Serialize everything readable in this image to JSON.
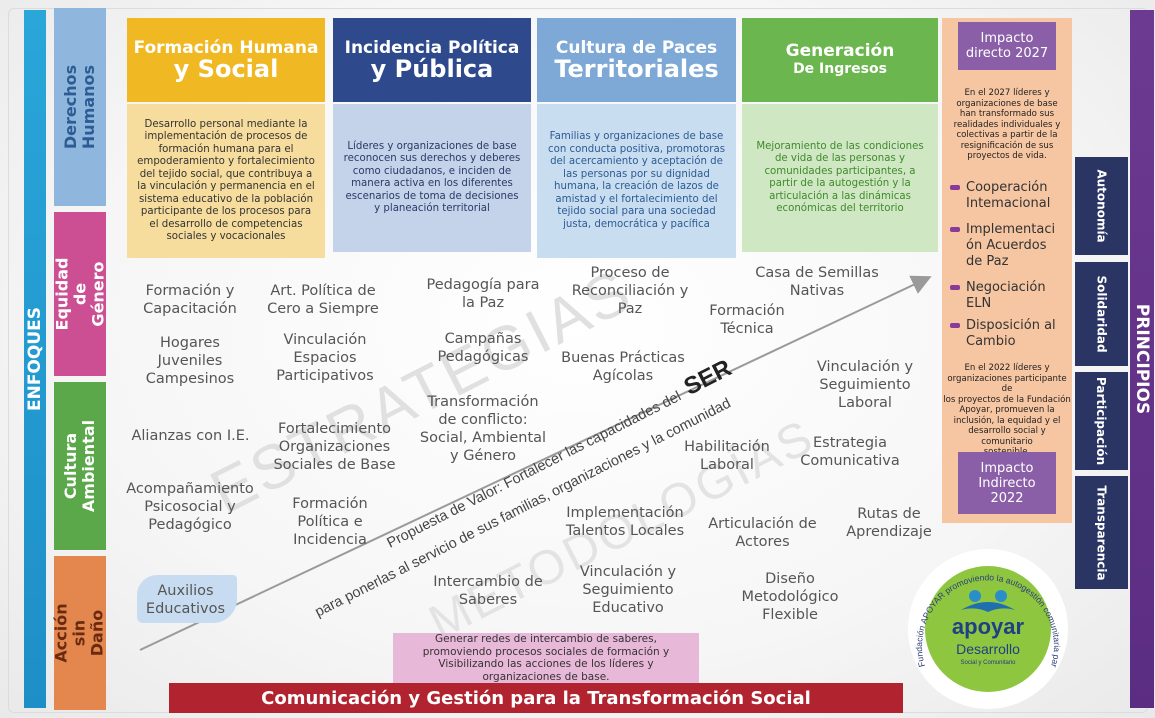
{
  "colors": {
    "enfoques": "#2aa6d9",
    "principios": "#5b2d82",
    "derechos": "#8fb7dd",
    "genero": "#cc4f93",
    "ambiental": "#5aa84a",
    "accion": "#e3874e",
    "formacion": "#f0b823",
    "incidencia": "#2e4a8c",
    "cultura": "#7ea9d6",
    "generacion": "#6cb64f",
    "impacto": "#f6c5a2",
    "comunicacion": "#b1242f"
  },
  "left_bar": {
    "label": "ENFOQUES"
  },
  "right_bar": {
    "label": "PRINCIPIOS"
  },
  "approaches": [
    {
      "label": "Derechos\nHumanos"
    },
    {
      "label": "Equidad de\nGénero"
    },
    {
      "label": "Cultura\nAmbiental"
    },
    {
      "label": "Acción sin\nDaño"
    }
  ],
  "principles": [
    "Autonomía",
    "Solidaridad",
    "Participación",
    "Transparencia"
  ],
  "pillars": [
    {
      "line1": "Formación Humana",
      "line2": "y Social",
      "description": "Desarrollo personal mediante la implementación de procesos de formación humana para el empoderamiento y fortalecimiento del tejido social, que contribuya a la vinculación y permanencia en el sistema educativo de la población participante de los procesos para el desarrollo de competencias sociales y vocacionales"
    },
    {
      "line1": "Incidencia Política",
      "line2": "y Pública",
      "description": "Líderes y organizaciones de base reconocen sus derechos y deberes como ciudadanos, e inciden de manera activa en los diferentes escenarios de toma de decisiones y planeación territorial"
    },
    {
      "line1": "Cultura de Paces",
      "line2": "Territoriales",
      "description": "Familias y organizaciones de base con conducta positiva, promotoras del acercamiento y aceptación de las personas por su dignidad humana, la creación de lazos de amistad y el fortalecimiento del tejido social para una sociedad justa, democrática y pacífica"
    },
    {
      "line1": "Generación",
      "line2": "De Ingresos",
      "description": "Mejoramiento de las condiciones de vida de las personas y comunidades participantes, a partir de la autogestión y la articulación a las dinámicas económicas del territorio"
    }
  ],
  "impact": {
    "direct_title": "Impacto\ndirecto 2027",
    "direct_text": "En el 2027 líderes y\norganizaciones de base\nhan transformado sus\nrealidades individuales y\ncolectivas a partir de la\nresignificación de sus\nproyectos de vida.",
    "bullets": [
      "Cooperación\nIntemacional",
      "Implementaci\nón Acuerdos\nde Paz",
      "Negociación\nELN",
      "Disposición al\nCambio"
    ],
    "indirect_text": "En el 2022 líderes y\norganizaciones participante de\nlos proyectos de la Fundación\nApoyar, promueven la\ninclusión, la equidad y el\ndesarrollo social y comunitario\nsostenible.",
    "indirect_title": "Impacto\nIndirecto\n2022"
  },
  "strategies": [
    "Formación y\nCapacitación",
    "Art. Política de\nCero a Siempre",
    "Pedagogía para\nla Paz",
    "Proceso de\nReconciliación y\nPaz",
    "Casa de Semillas\nNativas",
    "Formación\nTécnica",
    "Hogares\nJuveniles\nCampesinos",
    "Vinculación\nEspacios\nParticipativos",
    "Campañas\nPedagógicas",
    "Buenas Prácticas\nAgícolas",
    "Vinculación y\nSeguimiento\nLaboral",
    "Transformación\nde conflicto:\nSocial, Ambiental\ny Género",
    "Alianzas con I.E.",
    "Fortalecimiento\nOrganizaciones\nSociales de Base",
    "Habilitación\nLaboral",
    "Estrategia\nComunicativa",
    "Acompañamiento\nPsicosocial y\nPedagógico",
    "Formación\nPolítica e\nIncidencia",
    "Implementación\nTalentos Locales",
    "Articulación de\nActores",
    "Rutas de\nAprendizaje",
    "Auxilios\nEducativos",
    "Intercambio de\nSaberes",
    "Vinculación y\nSeguimiento\nEducativo",
    "Diseño\nMetodológico\nFlexible"
  ],
  "watermark": {
    "top": "ESTRATEGIAS",
    "bottom": "METODOLOGÍAS"
  },
  "value_prop": {
    "line1_prefix": "Propuesta de Valor: Fortalecer las capacidades del",
    "line1_emph": "SER",
    "line2": "para ponerlas al servicio de  sus familias, organizaciones y la comunidad"
  },
  "network_note": "Generar redes de intercambio de saberes, promoviendo procesos sociales de formación y Visibilizando las acciones de los líderes y organizaciones de base.",
  "bottom_banner": "Comunicación y Gestión para la Transformación Social",
  "logo": {
    "ring_text": "Fundación APOYAR promoviendo la autogestión comunitaria para la incidencia y la paz",
    "name": "apoyar",
    "sub1": "Desarrollo",
    "sub2": "Social y Comunitario"
  }
}
